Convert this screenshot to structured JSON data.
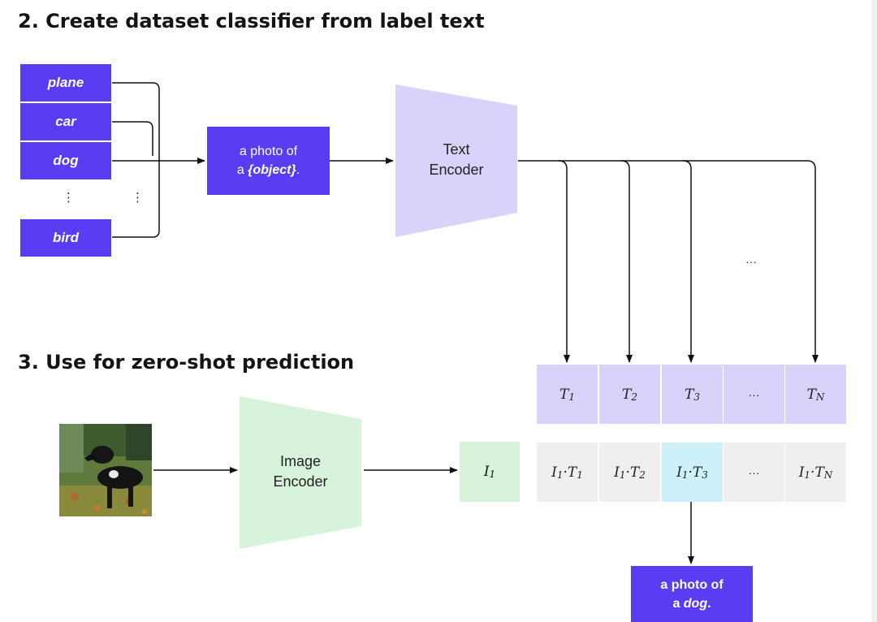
{
  "section2": {
    "title": "2. Create dataset classifier from label text"
  },
  "section3": {
    "title": "3. Use for zero-shot prediction"
  },
  "labels": [
    "plane",
    "car",
    "dog",
    "bird"
  ],
  "vdots": "⋮",
  "hdots": "···",
  "template_box": {
    "line1": "a photo of",
    "line2_prefix": "a ",
    "line2_italic": "{object}",
    "line2_suffix": "."
  },
  "text_encoder": {
    "line1": "Text",
    "line2": "Encoder"
  },
  "image_encoder": {
    "line1": "Image",
    "line2": "Encoder"
  },
  "text_embeddings": [
    {
      "sym": "T",
      "sub": "1"
    },
    {
      "sym": "T",
      "sub": "2"
    },
    {
      "sym": "T",
      "sub": "3"
    },
    {
      "sym": "···",
      "sub": ""
    },
    {
      "sym": "T",
      "sub": "N"
    }
  ],
  "image_embedding": {
    "sym": "I",
    "sub": "1"
  },
  "products": [
    {
      "a": "I",
      "as": "1",
      "b": "T",
      "bs": "1"
    },
    {
      "a": "I",
      "as": "1",
      "b": "T",
      "bs": "2"
    },
    {
      "a": "I",
      "as": "1",
      "b": "T",
      "bs": "3"
    },
    {
      "a": "···",
      "as": "",
      "b": "",
      "bs": ""
    },
    {
      "a": "I",
      "as": "1",
      "b": "T",
      "bs": "N"
    }
  ],
  "highlighted_product_index": 2,
  "result_box": {
    "line1": "a photo of",
    "line2_prefix": "a ",
    "line2_italic": "dog",
    "line2_suffix": "."
  },
  "colors": {
    "purple": "#5a3df2",
    "encoder_purple": "#d9d3fc",
    "encoder_green": "#d8f3dc",
    "product_gray": "#efefef",
    "highlight_cyan": "#cdf0fb"
  }
}
